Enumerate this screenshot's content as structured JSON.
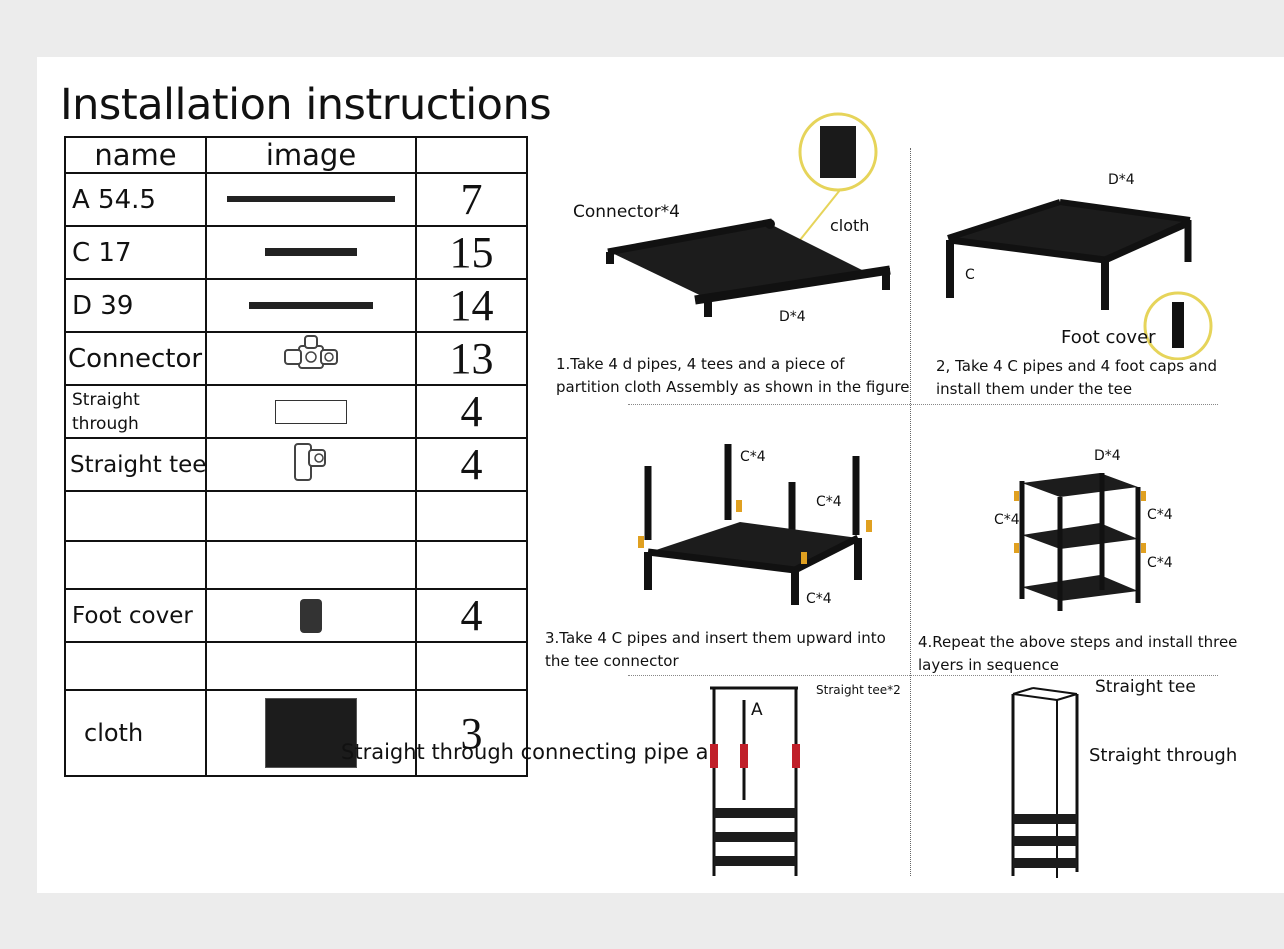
{
  "title": "Installation instructions",
  "table": {
    "headers": [
      "name",
      "image",
      ""
    ],
    "rows": [
      {
        "name": "A   54.5",
        "qty": "7"
      },
      {
        "name": "C   17",
        "qty": "15"
      },
      {
        "name": "D   39",
        "qty": "14"
      },
      {
        "name": "Connector",
        "qty": "13"
      },
      {
        "name": "Straight through",
        "qty": "4"
      },
      {
        "name": "Straight tee",
        "qty": "4"
      },
      {
        "name": "",
        "qty": ""
      },
      {
        "name": "",
        "qty": ""
      },
      {
        "name": "Foot cover",
        "qty": "4"
      },
      {
        "name": "",
        "qty": ""
      },
      {
        "name": "cloth",
        "qty": "3"
      }
    ]
  },
  "steps": {
    "s1": {
      "caption": "1.Take 4 d pipes, 4 tees and a piece of  partition cloth Assembly as shown in  the figure",
      "connector_label": "Connector*4",
      "cloth_label": "cloth",
      "d_label": "D*4"
    },
    "s2": {
      "caption": "2, Take 4 C pipes and 4 foot caps and install them under the tee",
      "d_label": "D*4",
      "c_label": "C",
      "foot_label": "Foot cover"
    },
    "s3": {
      "caption": "3.Take 4 C pipes and insert them upward into the tee connector",
      "c_top": "C*4",
      "c_mid": "C*4",
      "c_bottom": "C*4"
    },
    "s4": {
      "caption": "4.Repeat the above steps and install three layers in sequence",
      "d_label": "D*4",
      "c_left": "C*4",
      "c_right1": "C*4",
      "c_right2": "C*4"
    },
    "s5": {
      "side_label": "Straight through connecting pipe a",
      "tee_label": "Straight tee*2",
      "a_label": "A"
    },
    "s6": {
      "tee_label": "Straight tee",
      "through_label": "Straight  through"
    }
  }
}
